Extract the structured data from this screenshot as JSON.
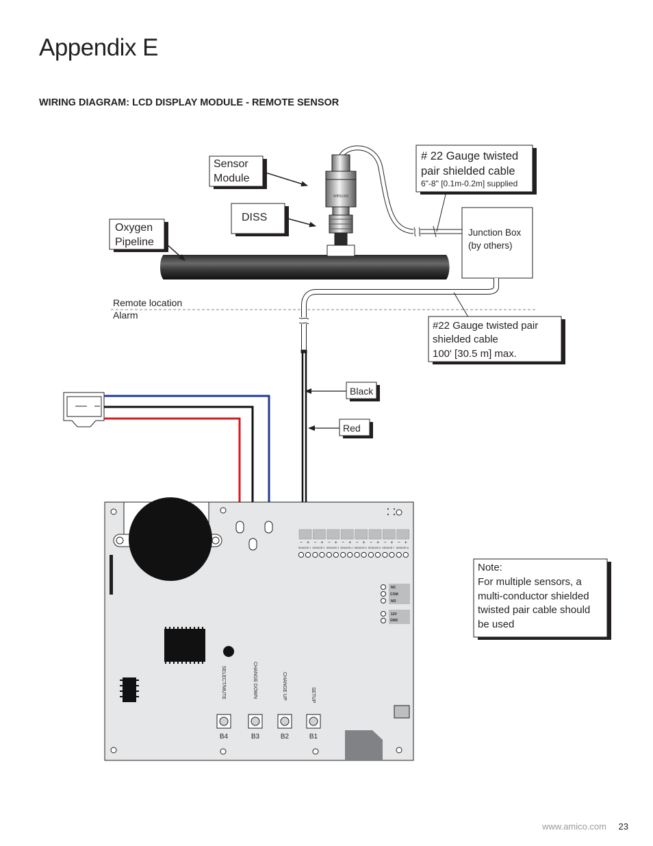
{
  "page": {
    "title": "Appendix E",
    "heading": "WIRING DIAGRAM: LCD DISPLAY MODULE - REMOTE SENSOR"
  },
  "callouts": {
    "sensor_module": [
      "Sensor",
      "Module"
    ],
    "diss": "DISS",
    "oxygen_pipeline": [
      "Oxygen",
      "Pipeline"
    ],
    "short_cable": [
      "# 22 Gauge twisted",
      "pair shielded cable",
      "6\"-8\" [0.1m-0.2m] supplied"
    ],
    "junction_box": [
      "Junction Box",
      "(by others)"
    ],
    "remote_location": [
      "Remote location",
      "Alarm"
    ],
    "long_cable": [
      "#22 Gauge twisted pair",
      "shielded cable",
      "100' [30.5 m] max."
    ],
    "black": "Black",
    "red": "Red",
    "note": [
      "Note:",
      "For multiple sensors, a",
      "multi-conductor shielded",
      "twisted pair cable should",
      "be used"
    ]
  },
  "sensor": {
    "marking": "OXYGEN"
  },
  "board": {
    "sensor_labels": [
      "SENSOR 1",
      "SENSOR 2",
      "SENSOR 3",
      "SENSOR 4",
      "SENSOR 5",
      "SENSOR 6",
      "SENSOR 7",
      "SENSOR 8"
    ],
    "terminal_polarity": [
      "−",
      "+"
    ],
    "relay_labels": [
      "NC",
      "COM",
      "NO"
    ],
    "power_labels": [
      "12V",
      "GND"
    ],
    "button_functions": [
      "SELECT/MUTE",
      "CHANGE DOWN",
      "CHANGE UP",
      "SETUP"
    ],
    "button_ids": [
      "B4",
      "B3",
      "B2",
      "B1"
    ]
  },
  "colors": {
    "wire_blue": "#1f3a93",
    "wire_red": "#d7191c",
    "wire_black": "#111111",
    "board_fill": "#e6e7e8"
  },
  "footer": {
    "url": "www.amico.com",
    "page_number": "23"
  }
}
